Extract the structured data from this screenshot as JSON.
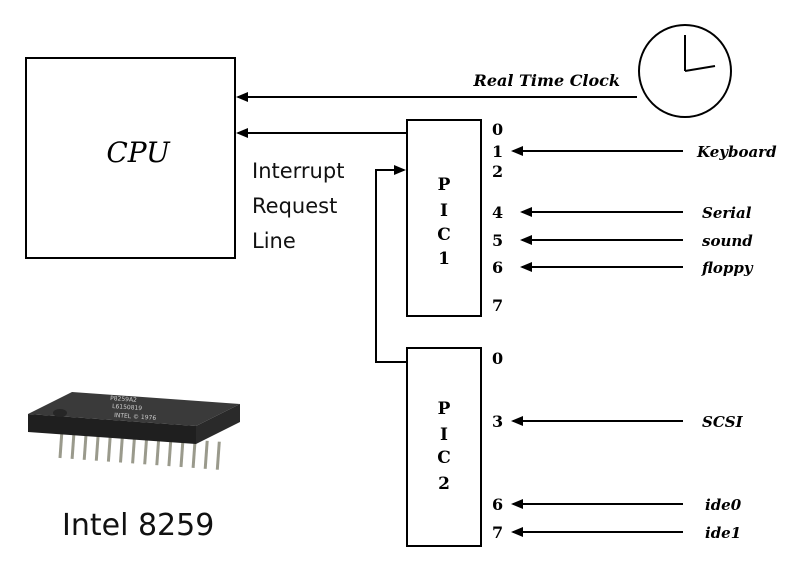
{
  "cpu": {
    "label": "CPU"
  },
  "clock": {
    "label": "Real Time Clock"
  },
  "interrupt_label": {
    "lines": [
      "Interrupt",
      "Request",
      "Line"
    ]
  },
  "pic1": {
    "letters": [
      "P",
      "I",
      "C",
      "1"
    ],
    "pins": [
      {
        "num": "0",
        "device": ""
      },
      {
        "num": "1",
        "device": "Keyboard"
      },
      {
        "num": "2",
        "device": ""
      },
      {
        "num": "4",
        "device": "Serial"
      },
      {
        "num": "5",
        "device": "sound"
      },
      {
        "num": "6",
        "device": "floppy"
      },
      {
        "num": "7",
        "device": ""
      }
    ]
  },
  "pic2": {
    "letters": [
      "P",
      "I",
      "C",
      "2"
    ],
    "pins": [
      {
        "num": "0",
        "device": ""
      },
      {
        "num": "3",
        "device": "SCSI"
      },
      {
        "num": "6",
        "device": "ide0"
      },
      {
        "num": "7",
        "device": "ide1"
      }
    ]
  },
  "chip": {
    "caption": "Intel 8259",
    "marking": [
      "P8259A2",
      "L6150819",
      "INTEL © 1976"
    ]
  }
}
